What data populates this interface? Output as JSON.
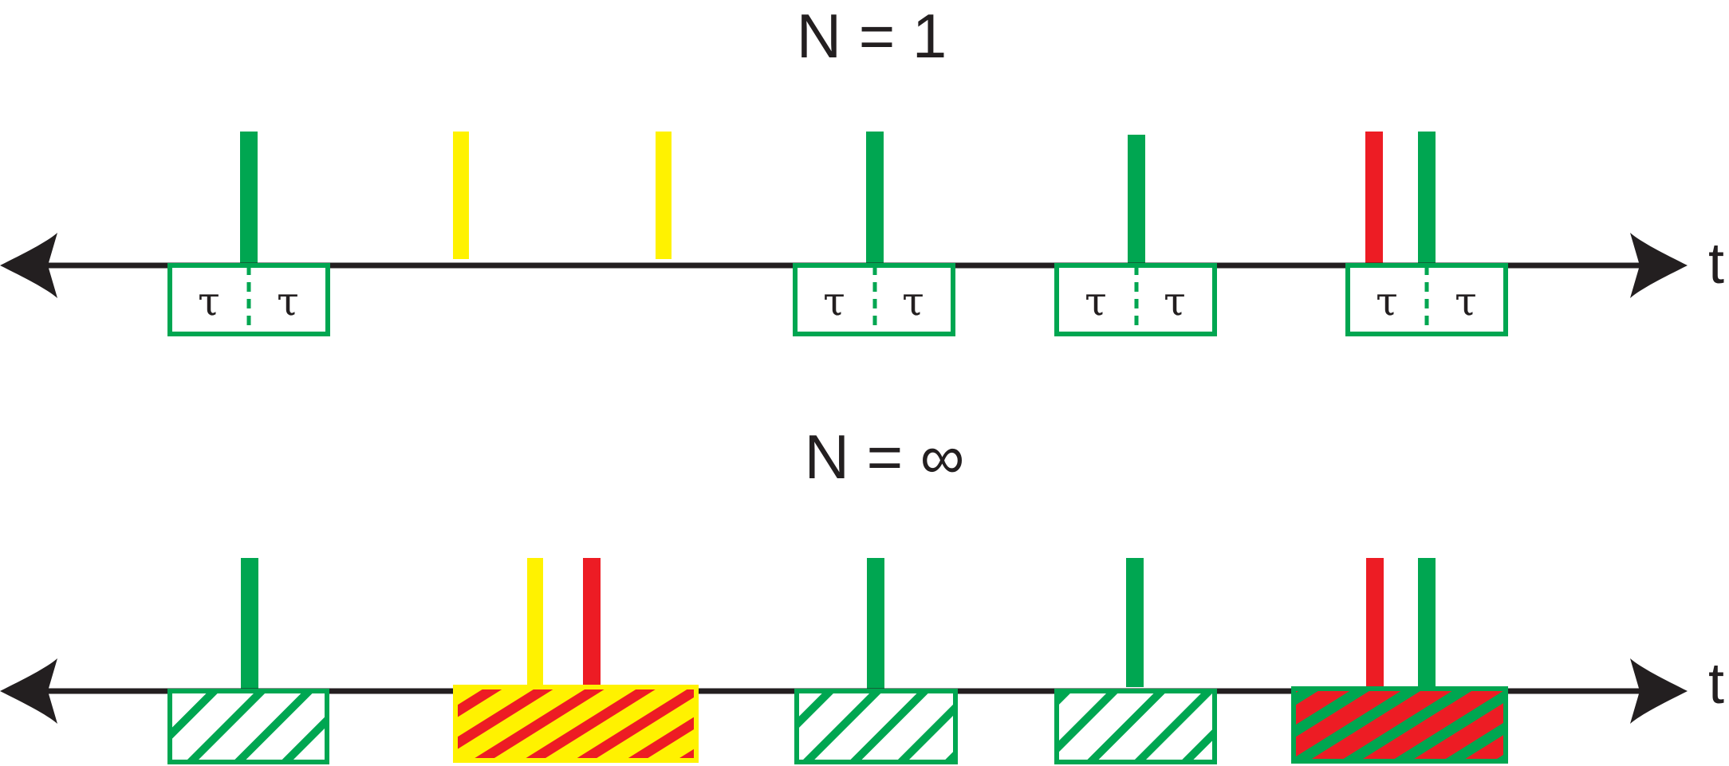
{
  "panels": [
    {
      "title": "N = 1",
      "axis_label": "t",
      "tau_label": "τ",
      "boxes": [
        {
          "fill": "none"
        },
        {
          "fill": "none"
        },
        {
          "fill": "none"
        },
        {
          "fill": "none"
        }
      ],
      "spikes": [
        "green",
        "yellow",
        "yellow",
        "green",
        "green",
        "red",
        "green"
      ]
    },
    {
      "title": "N = ∞",
      "axis_label": "t",
      "boxes": [
        {
          "fill": "green-hatch"
        },
        {
          "fill": "yellow-red-hatch"
        },
        {
          "fill": "green-hatch"
        },
        {
          "fill": "green-hatch"
        },
        {
          "fill": "red-green-hatch"
        }
      ],
      "spikes": [
        "green",
        "yellow",
        "red",
        "green",
        "green",
        "red",
        "green"
      ]
    }
  ],
  "colors": {
    "green": "#00a651",
    "yellow": "#fff200",
    "red": "#ed1c24",
    "axis": "#231f20",
    "white": "#ffffff"
  }
}
